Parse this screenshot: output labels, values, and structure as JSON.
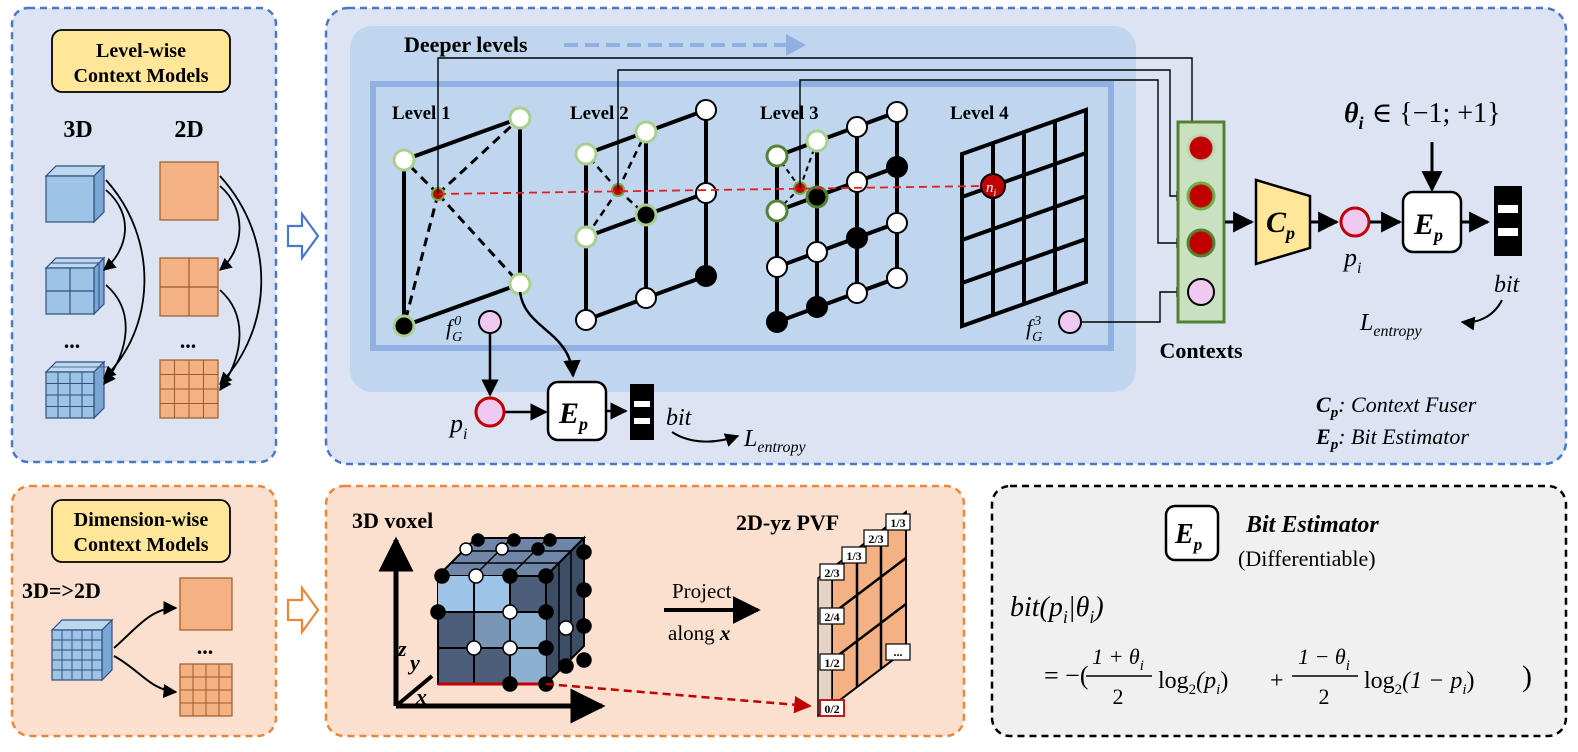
{
  "panels": {
    "level_wise": {
      "title_line1": "Level-wise",
      "title_line2": "Context Models",
      "col_3d": "3D",
      "col_2d": "2D",
      "ellipsis": "..."
    },
    "main": {
      "deeper_levels": "Deeper levels",
      "level_labels": [
        "Level 1",
        "Level 2",
        "Level 3",
        "Level 4"
      ],
      "node_label": "n",
      "node_sub": "i",
      "fg0_base": "f",
      "fg0_sub": "G",
      "fg0_sup": "0",
      "fg3_base": "f",
      "fg3_sub": "G",
      "fg3_sup": "3",
      "contexts": "Contexts",
      "cp_base": "C",
      "cp_sub": "p",
      "ep_base": "E",
      "ep_sub": "p",
      "pi_base": "p",
      "pi_sub": "i",
      "bit": "bit",
      "l_base": "L",
      "l_sub": "entropy",
      "theta": "θ",
      "theta_sub": "i",
      "theta_set": "∈ {−1; +1}",
      "legend_cp_desc": ": Context Fuser",
      "legend_ep_desc": ": Bit Estimator"
    },
    "dimension_wise": {
      "title_line1": "Dimension-wise",
      "title_line2": "Context Models",
      "mapping": "3D=>2D",
      "ellipsis": "..."
    },
    "projection": {
      "voxel_label": "3D voxel",
      "pvf_label": "2D-yz PVF",
      "project": "Project",
      "along": "along ",
      "along_axis": "x",
      "axis_z": "z",
      "axis_y": "y",
      "axis_x": "x",
      "pvf_values": [
        "1/3",
        "2/3",
        "1/3",
        "2/3",
        "2/4",
        "1/2",
        "0/2",
        "..."
      ]
    },
    "bit_estimator": {
      "ep_base": "E",
      "ep_sub": "p",
      "title": "Bit Estimator",
      "subtitle": "(Differentiable)",
      "formula_lhs": "bit(p",
      "formula_lhs_sub": "i",
      "formula_lhs_mid": "|θ",
      "formula_lhs_sub2": "i",
      "formula_lhs_end": ")",
      "eq_prefix": "= −(",
      "frac1_num": "1 + θ",
      "frac1_num_sub": "i",
      "frac1_den": "2",
      "log1": "log",
      "log1_sub": "2",
      "log1_arg": "(p",
      "log1_arg_sub": "i",
      "log1_arg_end": ")",
      "plus": "+",
      "frac2_num": "1 − θ",
      "frac2_num_sub": "i",
      "frac2_den": "2",
      "log2": "log",
      "log2_sub": "2",
      "log2_arg": "(1 − p",
      "log2_arg_sub": "i",
      "log2_arg_end": ")",
      "eq_suffix": ")"
    }
  },
  "colors": {
    "panel_blue_bg": "#dce4f4",
    "panel_blue_border": "#4a78c9",
    "inner_blue": "#bfd6ee",
    "level_frame": "#8fb0e0",
    "panel_orange_bg": "#fbe0cf",
    "panel_orange_border": "#e8883a",
    "panel_gray_bg": "#f0f0f0",
    "title_yellow": "#ffe699",
    "cube_blue": "#9dc3e6",
    "square_orange": "#f4b183",
    "cp_yellow": "#ffe699",
    "context_green": "#70ad47",
    "node_red": "#c00000",
    "pink": "#f0c9f0",
    "voxel_dark": "#4d5e7a"
  }
}
